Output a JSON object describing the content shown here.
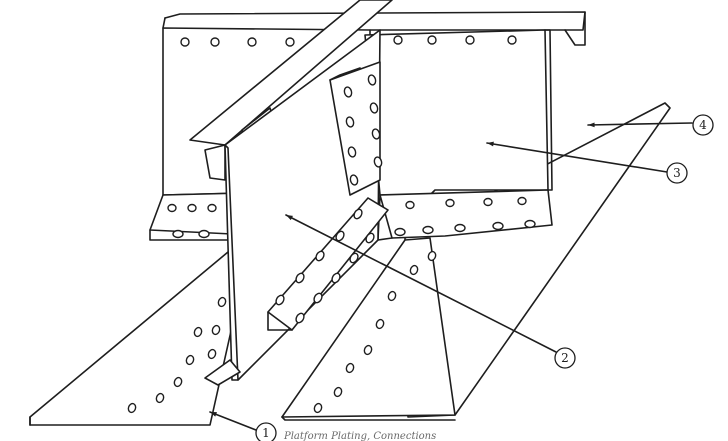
{
  "diagram": {
    "callouts": [
      {
        "id": "c1",
        "label": "1"
      },
      {
        "id": "c2",
        "label": "2"
      },
      {
        "id": "c3",
        "label": "3"
      },
      {
        "id": "c4",
        "label": "4"
      }
    ],
    "caption": "Platform Plating, Connections"
  },
  "colors": {
    "ink": "#1e1e1e",
    "paper": "#ffffff"
  }
}
